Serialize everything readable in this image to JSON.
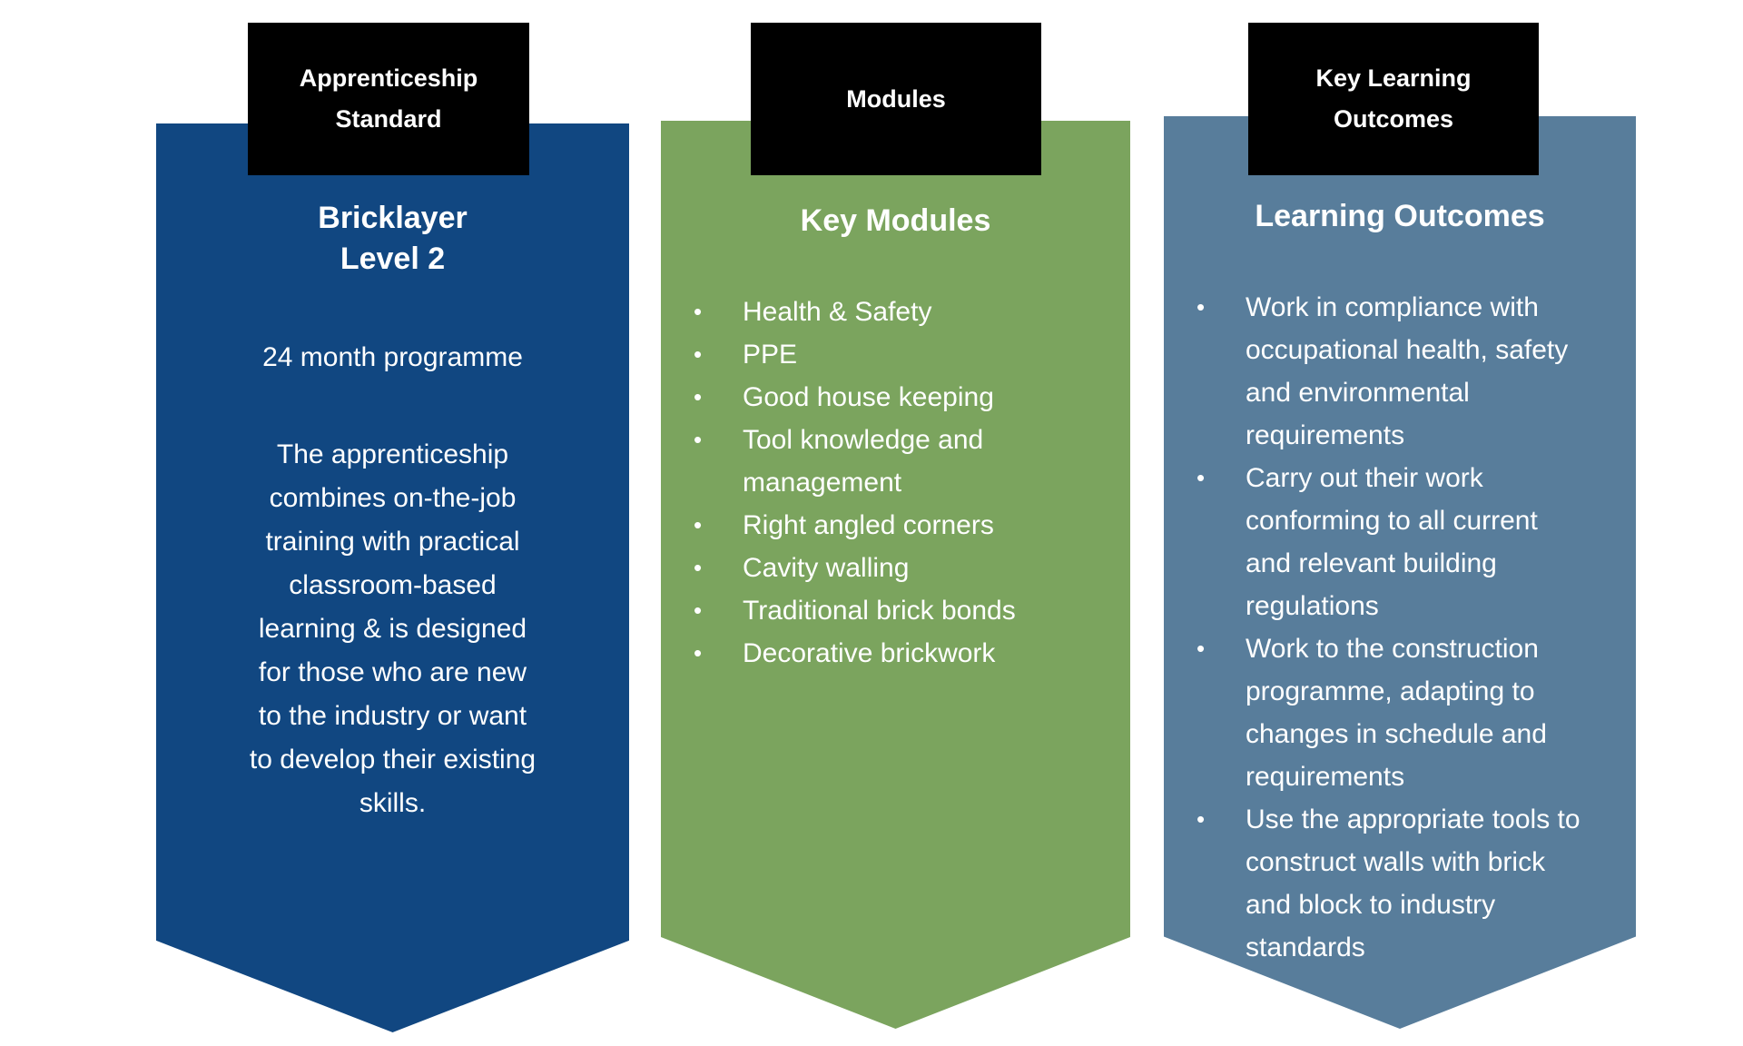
{
  "slide": {
    "background": "#ffffff",
    "tab_color": "#000000",
    "text_color": "#ffffff",
    "columns": [
      {
        "id": "apprenticeship-standard",
        "color": "#114781",
        "header_lines": [
          "Apprenticeship",
          "Standard"
        ],
        "title_lines": [
          "Bricklayer",
          "Level 2"
        ],
        "subtitle": "24 month programme",
        "paragraph": "The apprenticeship combines on-the-job training with practical classroom-based learning & is designed for those who are new to the industry or want to develop their existing skills.",
        "paragraph_lines": [
          "The apprenticeship",
          "combines on-the-job",
          "training with practical",
          "classroom-based",
          "learning & is designed",
          "for those who are new",
          "to the industry or want",
          "to develop their existing",
          "skills."
        ]
      },
      {
        "id": "modules",
        "color": "#7BA45E",
        "header_lines": [
          "Modules"
        ],
        "title": "Key Modules",
        "bullets": [
          "Health & Safety",
          "PPE",
          "Good house keeping",
          "Tool knowledge and management",
          "Right angled corners",
          "Cavity walling",
          "Traditional brick bonds",
          "Decorative brickwork"
        ]
      },
      {
        "id": "key-learning-outcomes",
        "color": "#587D9B",
        "header_lines": [
          "Key Learning",
          "Outcomes"
        ],
        "title": "Learning Outcomes",
        "bullets": [
          "Work in compliance with occupational health, safety and environmental requirements",
          "Carry out their work conforming to all current and relevant building regulations",
          "Work to the construction programme, adapting to changes in schedule and requirements",
          "Use the appropriate tools to construct walls with brick and block to industry standards"
        ]
      }
    ]
  }
}
